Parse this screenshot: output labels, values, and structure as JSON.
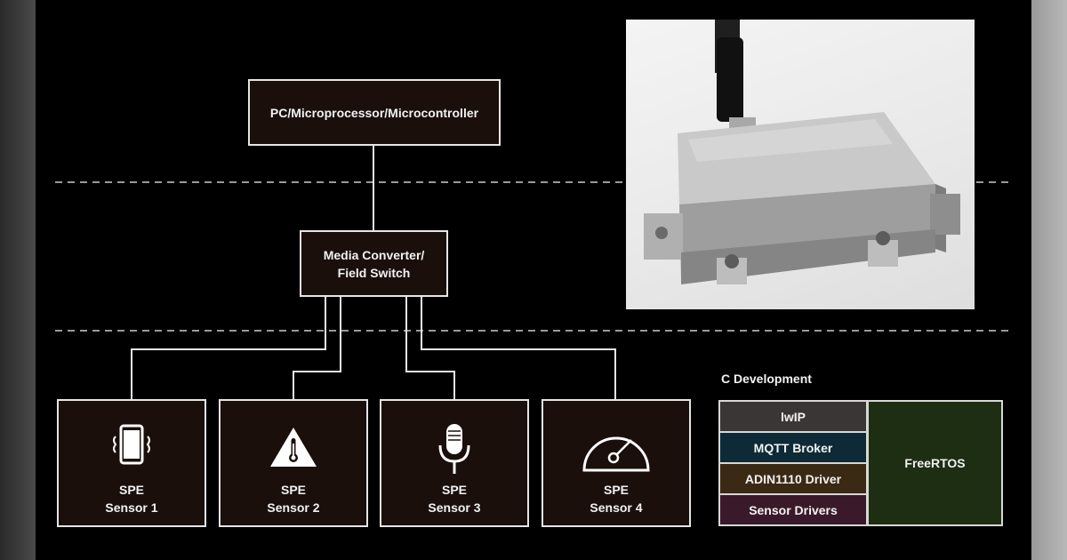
{
  "diagram": {
    "host_label": "PC/Microprocessor/Microcontroller",
    "converter_label_line1": "Media Converter/",
    "converter_label_line2": "Field Switch",
    "sensors": [
      {
        "line1": "SPE",
        "line2": "Sensor 1",
        "icon": "phone-vibrate-icon"
      },
      {
        "line1": "SPE",
        "line2": "Sensor 2",
        "icon": "temperature-warning-icon"
      },
      {
        "line1": "SPE",
        "line2": "Sensor 3",
        "icon": "microphone-icon"
      },
      {
        "line1": "SPE",
        "line2": "Sensor 4",
        "icon": "gauge-icon"
      }
    ]
  },
  "software_stack": {
    "title": "C Development",
    "layers": [
      {
        "label": "lwIP",
        "color": "#3a3635"
      },
      {
        "label": "MQTT Broker",
        "color": "#0d2a36"
      },
      {
        "label": "ADIN1110 Driver",
        "color": "#3a2a14"
      },
      {
        "label": "Sensor Drivers",
        "color": "#3a1a2a"
      }
    ],
    "os_label": "FreeRTOS",
    "os_color": "#1e2e12"
  },
  "photo": {
    "subject": "metal-enclosure-sensor-with-cable"
  },
  "colors": {
    "background": "#000000",
    "box_fill": "#1a0f0b",
    "line": "#e6e6e6"
  }
}
